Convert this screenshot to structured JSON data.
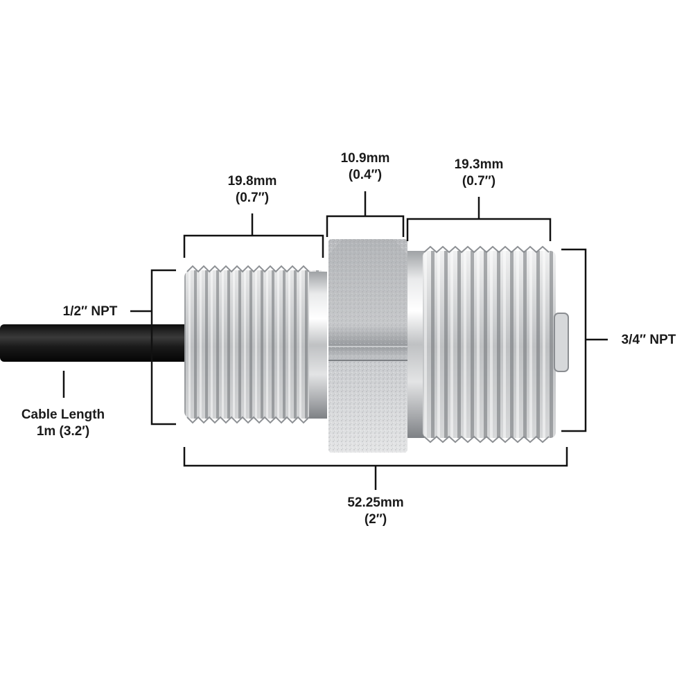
{
  "dimensions": {
    "left_thread_length": {
      "metric": "19.8mm",
      "imperial": "(0.7″)"
    },
    "hex_width": {
      "metric": "10.9mm",
      "imperial": "(0.4″)"
    },
    "right_thread_length": {
      "metric": "19.3mm",
      "imperial": "(0.7″)"
    },
    "overall_length": {
      "metric": "52.25mm",
      "imperial": "(2″)"
    }
  },
  "thread_labels": {
    "left": "1/2″ NPT",
    "right": "3/4″ NPT"
  },
  "cable": {
    "label_line1": "Cable Length",
    "label_line2": "1m (3.2′)"
  },
  "colors": {
    "dimension_lines": "#111111",
    "steel": "#c9cbcd",
    "cable": "#1c1c1c",
    "text": "#1a1a1a",
    "background": "#ffffff"
  }
}
